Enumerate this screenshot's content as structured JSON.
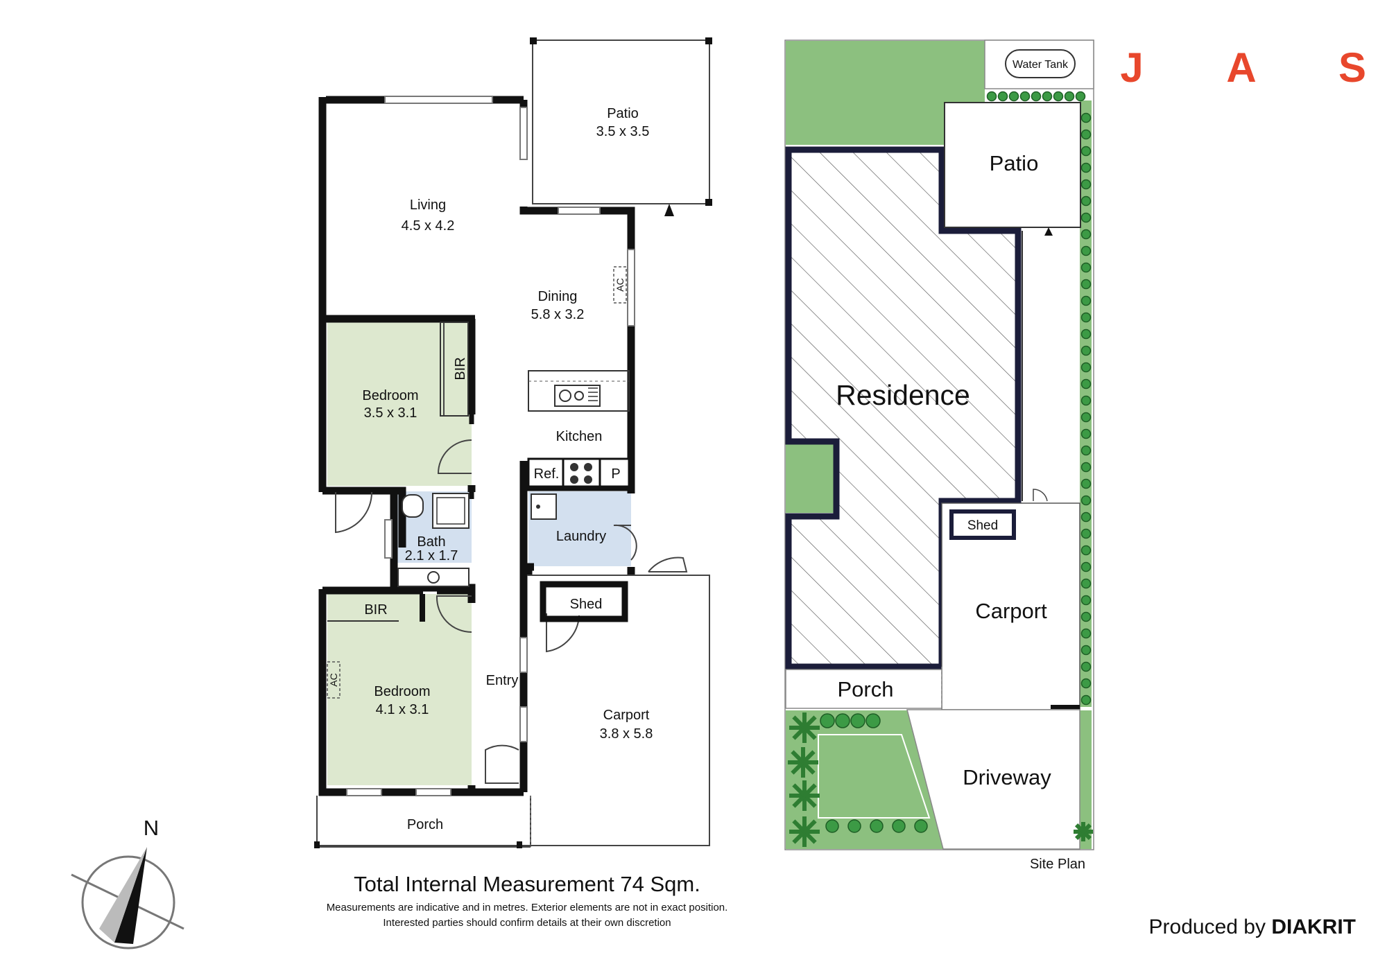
{
  "brand": {
    "logo_letters": [
      "J",
      "A",
      "S"
    ],
    "logo_color": "#e8472c",
    "producer_prefix": "Produced by",
    "producer_name": "DIAKRIT"
  },
  "floor_plan": {
    "rooms": {
      "patio": {
        "name": "Patio",
        "size": "3.5 x 3.5"
      },
      "living": {
        "name": "Living",
        "size": "4.5 x 4.2"
      },
      "dining": {
        "name": "Dining",
        "size": "5.8 x 3.2"
      },
      "kitchen": {
        "name": "Kitchen"
      },
      "bedroom1": {
        "name": "Bedroom",
        "size": "3.5 x 3.1"
      },
      "bath": {
        "name": "Bath",
        "size": "2.1 x 1.7"
      },
      "laundry": {
        "name": "Laundry"
      },
      "bedroom2": {
        "name": "Bedroom",
        "size": "4.1 x 3.1"
      },
      "entry": {
        "name": "Entry"
      },
      "carport": {
        "name": "Carport",
        "size": "3.8 x 5.8"
      },
      "shed": {
        "name": "Shed"
      },
      "porch": {
        "name": "Porch"
      }
    },
    "fixtures": {
      "bir": "BIR",
      "ac": "AC",
      "ref": "Ref.",
      "pantry": "P"
    },
    "colors": {
      "wall": "#111111",
      "bedroom_fill": "#dde8cf",
      "wet_fill": "#d3e0ef"
    }
  },
  "site_plan": {
    "water_tank": "Water Tank",
    "patio": "Patio",
    "residence": "Residence",
    "shed": "Shed",
    "carport": "Carport",
    "porch": "Porch",
    "driveway": "Driveway",
    "caption": "Site Plan",
    "colors": {
      "lawn": "#8cc07f",
      "shrub": "#3c9a45"
    }
  },
  "footer": {
    "total": "Total Internal Measurement 74 Sqm.",
    "note1": "Measurements are indicative and in metres. Exterior elements are not in exact position.",
    "note2": "Interested parties should confirm details at their own discretion"
  },
  "compass": {
    "north": "N"
  }
}
